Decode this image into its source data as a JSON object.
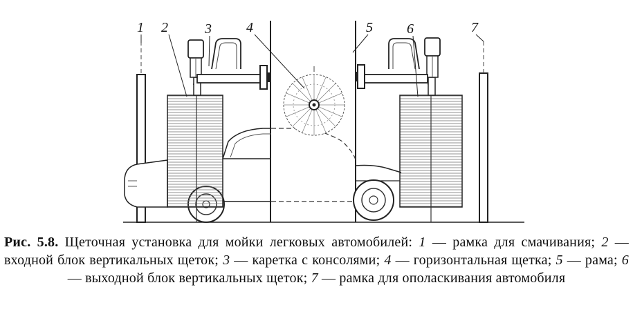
{
  "figure": {
    "labels": [
      {
        "id": "label-1",
        "text": "1"
      },
      {
        "id": "label-2",
        "text": "2"
      },
      {
        "id": "label-3",
        "text": "3"
      },
      {
        "id": "label-4",
        "text": "4"
      },
      {
        "id": "label-5",
        "text": "5"
      },
      {
        "id": "label-6",
        "text": "6"
      },
      {
        "id": "label-7",
        "text": "7"
      }
    ]
  },
  "caption": {
    "label": "Рис. 5.8.",
    "title": " Щеточная установка для мойки легковых автомобилей: ",
    "items": [
      {
        "num": "1",
        "text": " — рамка для смачивания; "
      },
      {
        "num": "2",
        "text": " — входной блок вертикальных щеток; "
      },
      {
        "num": "3",
        "text": " — каретка с консолями; "
      },
      {
        "num": "4",
        "text": " — горизонтальная щетка; "
      },
      {
        "num": "5",
        "text": " — рама; "
      },
      {
        "num": "6",
        "text": " — выходной блок вертикальных щеток; "
      },
      {
        "num": "7",
        "text": " — рамка для ополаскивания автомобиля"
      }
    ]
  }
}
